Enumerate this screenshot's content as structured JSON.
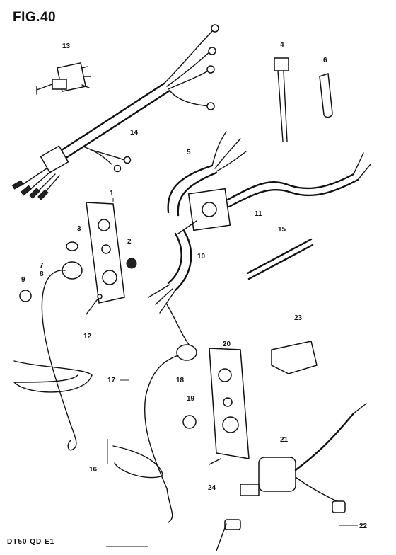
{
  "figure": {
    "title": "FIG.40",
    "footer_code": "DT50 QD E1"
  },
  "callouts": [
    {
      "id": "1",
      "label": "1"
    },
    {
      "id": "2",
      "label": "2"
    },
    {
      "id": "3",
      "label": "3"
    },
    {
      "id": "4",
      "label": "4"
    },
    {
      "id": "5",
      "label": "5"
    },
    {
      "id": "6",
      "label": "6"
    },
    {
      "id": "7",
      "label": "7"
    },
    {
      "id": "8",
      "label": "8"
    },
    {
      "id": "9",
      "label": "9"
    },
    {
      "id": "10",
      "label": "10"
    },
    {
      "id": "11",
      "label": "11"
    },
    {
      "id": "12",
      "label": "12"
    },
    {
      "id": "13",
      "label": "13"
    },
    {
      "id": "14",
      "label": "14"
    },
    {
      "id": "15",
      "label": "15"
    },
    {
      "id": "16",
      "label": "16"
    },
    {
      "id": "17",
      "label": "17"
    },
    {
      "id": "18",
      "label": "18"
    },
    {
      "id": "19",
      "label": "19"
    },
    {
      "id": "20",
      "label": "20"
    },
    {
      "id": "21",
      "label": "21"
    },
    {
      "id": "22",
      "label": "22"
    },
    {
      "id": "23",
      "label": "23"
    },
    {
      "id": "24",
      "label": "24"
    }
  ]
}
